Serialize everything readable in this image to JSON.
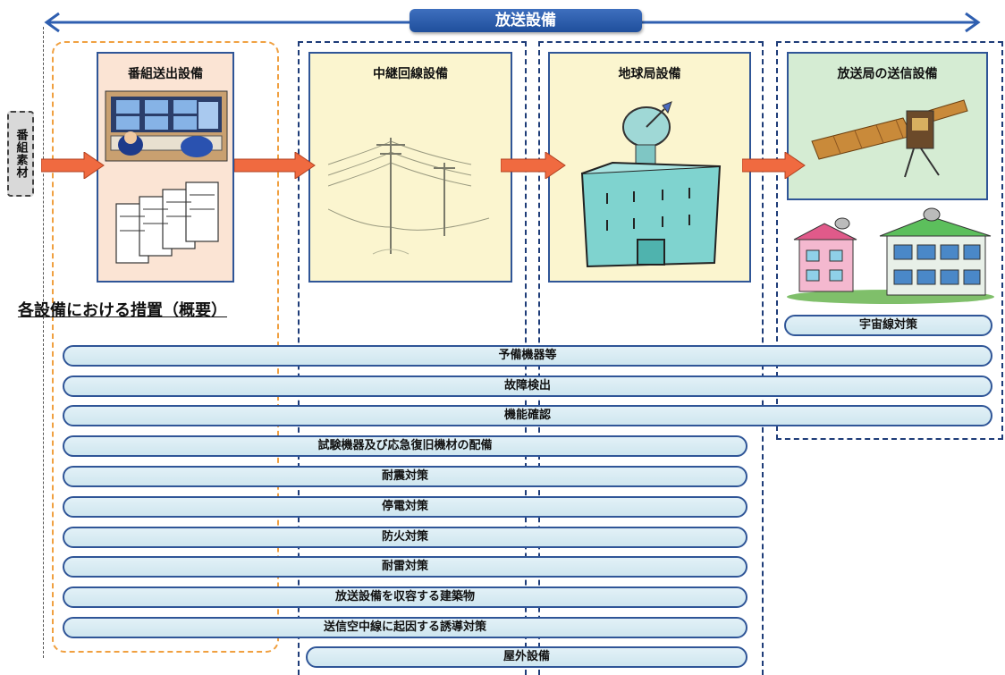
{
  "header": {
    "title": "放送設備"
  },
  "side_label": "番組素材",
  "panels": [
    {
      "title": "番組送出設備"
    },
    {
      "title": "中継回線設備"
    },
    {
      "title": "地球局設備"
    },
    {
      "title": "放送局の送信設備"
    }
  ],
  "measures_title": "各設備における措置（概要）",
  "measures": [
    "宇宙線対策",
    "予備機器等",
    "故障検出",
    "機能確認",
    "試験機器及び応急復旧機材の配備",
    "耐震対策",
    "停電対策",
    "防火対策",
    "耐雷対策",
    "放送設備を収容する建築物",
    "送信空中線に起因する誘導対策",
    "屋外設備"
  ],
  "colors": {
    "panel_border": "#2f5597",
    "flow_arrow": "#f06a40",
    "bar_fill": "#d6ecf4",
    "orange_dash": "#f0a040",
    "blue_dash": "#1e3c78"
  }
}
